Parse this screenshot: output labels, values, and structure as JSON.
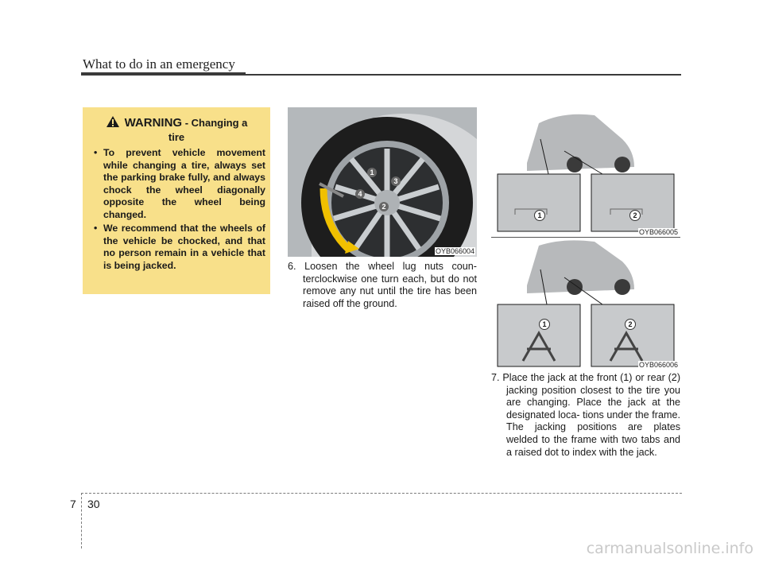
{
  "header": {
    "title": "What to do in an emergency"
  },
  "warning": {
    "heading_word": "WARNING",
    "heading_sub_a": " - Changing a",
    "heading_sub_b": "tire",
    "bullet_symbol": "•",
    "items": [
      "To prevent vehicle movement while changing a tire, always set the parking brake fully, and always chock the wheel diagonally opposite the wheel being changed.",
      "We recommend that the wheels of the vehicle be chocked, and that no person remain in a vehicle that is being jacked."
    ]
  },
  "figures": {
    "wheel": {
      "code": "OYB066004",
      "numbers": [
        "1",
        "2",
        "3",
        "4"
      ]
    },
    "jack_points": {
      "code": "OYB066005",
      "numbers": [
        "1",
        "2"
      ]
    },
    "jack_placement": {
      "code": "OYB066006",
      "numbers": [
        "1",
        "2"
      ]
    }
  },
  "steps": [
    {
      "number": "6.",
      "text": "Loosen the wheel lug nuts coun- terclockwise one turn each, but do not remove any nut until the tire has been raised off the ground."
    },
    {
      "number": "7.",
      "text": "Place the jack at the front (1) or rear (2) jacking position closest to the tire you are changing. Place the jack at the designated loca- tions under the frame. The jacking positions are plates welded to the frame with two tabs and a raised dot to index with the jack."
    }
  ],
  "footer": {
    "chapter": "7",
    "page": "30",
    "watermark": "carmanualsonline.info"
  },
  "colors": {
    "warning_bg": "#f8e08a",
    "arrow": "#f0c000"
  }
}
